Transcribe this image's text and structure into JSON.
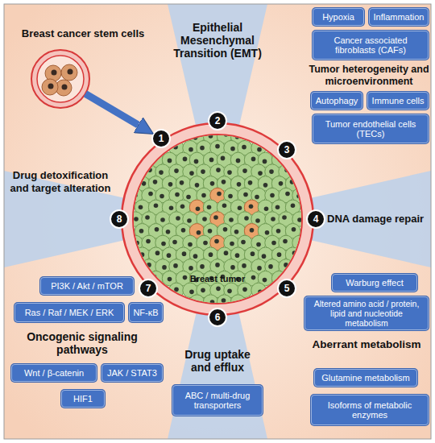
{
  "diagram": {
    "nodes": [
      {
        "text": [
          "Breast cancer stem cells"
        ]
      },
      {
        "text": [
          "Breast tumor"
        ]
      },
      {
        "text": [
          "1"
        ]
      },
      {
        "text": [
          "2"
        ]
      },
      {
        "text": [
          "3"
        ]
      },
      {
        "text": [
          "4"
        ]
      },
      {
        "text": [
          "5"
        ]
      },
      {
        "text": [
          "6"
        ]
      },
      {
        "text": [
          "7"
        ]
      },
      {
        "text": [
          "8"
        ]
      },
      {
        "text": [
          "Hypoxia"
        ]
      },
      {
        "text": [
          "Inflammation"
        ]
      },
      {
        "text": [
          "Cancer associated fibroblasts (CAFs)"
        ]
      },
      {
        "text": [
          "Autophagy"
        ]
      },
      {
        "text": [
          "Immune cells"
        ]
      },
      {
        "text": [
          "Tumor endothelial cells (TECs)"
        ]
      },
      {
        "text": [
          "Warburg effect"
        ]
      },
      {
        "text": [
          "Altered amino acid / protein, lipid and nucleotide metabolism"
        ]
      },
      {
        "text": [
          "Glutamine metabolism"
        ]
      },
      {
        "text": [
          "Isoforms of metabolic enzymes"
        ]
      },
      {
        "text": [
          "ABC / multi-drug transporters"
        ]
      },
      {
        "text": [
          "PI3K / Akt / mTOR"
        ]
      },
      {
        "text": [
          "Ras / Raf / MEK / ERK"
        ]
      },
      {
        "text": [
          "NF-κB"
        ]
      },
      {
        "text": [
          "Wnt / β-catenin"
        ]
      },
      {
        "text": [
          "JAK / STAT3"
        ]
      },
      {
        "text": [
          "HIF1"
        ]
      }
    ],
    "edges": [
      {
        "from": 0,
        "to": 2,
        "arrow": "to"
      }
    ],
    "labels": [
      "Epithelial Mesenchymal Transition (EMT)",
      "Tumor heterogeneity and microenvironment",
      "DNA damage repair",
      "Aberrant metabolism",
      "Drug uptake and efflux",
      "Oncogenic signaling pathways",
      "Drug detoxification and target alteration"
    ]
  }
}
